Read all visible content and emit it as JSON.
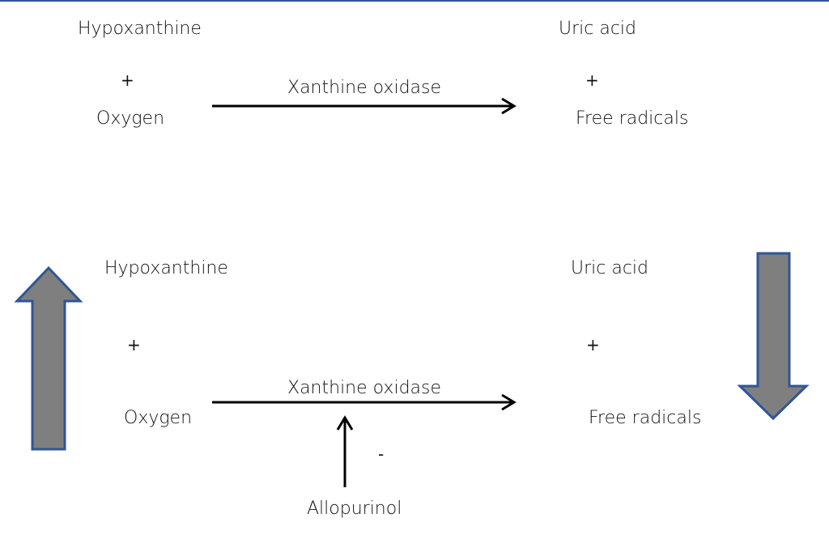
{
  "top_reaction": {
    "reactant_1": "Hypoxanthine",
    "plus_left": "+",
    "reactant_2": "Oxygen",
    "enzyme": "Xanthine oxidase",
    "product_1": "Uric acid",
    "plus_right": "+",
    "product_2": "Free radicals"
  },
  "bottom_reaction": {
    "reactant_1": "Hypoxanthine",
    "plus_left": "+",
    "reactant_2": "Oxygen",
    "enzyme": "Xanthine oxidase",
    "product_1": "Uric acid",
    "plus_right": "+",
    "product_2": "Free radicals",
    "inhibitor": "Allopurinol",
    "inhibition_sign": "-"
  },
  "colors": {
    "top_rule": "#2f5597",
    "block_arrow_fill": "#7f7f7f",
    "block_arrow_stroke": "#2f5597",
    "line_arrow": "#000000"
  },
  "indicators": {
    "left_block_arrow": "increase",
    "right_block_arrow": "decrease"
  }
}
